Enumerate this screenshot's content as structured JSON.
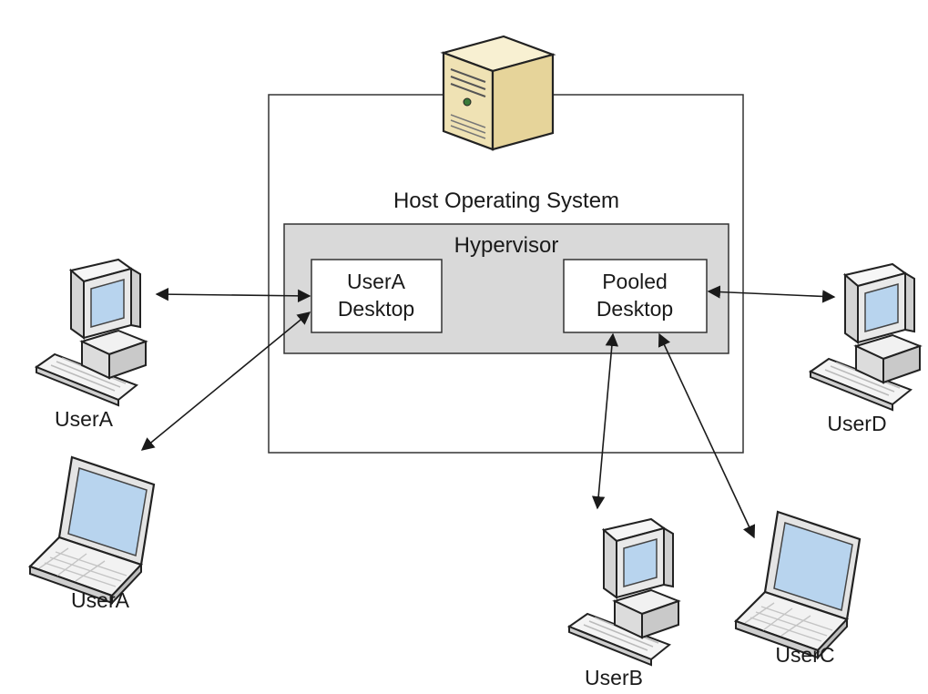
{
  "host": {
    "label": "Host Operating System",
    "hypervisor": {
      "label": "Hypervisor",
      "desktops": [
        {
          "line1": "UserA",
          "line2": "Desktop"
        },
        {
          "line1": "Pooled",
          "line2": "Desktop"
        }
      ]
    }
  },
  "devices": [
    {
      "type": "desktop-pc",
      "label": "UserA"
    },
    {
      "type": "laptop",
      "label": "UserA"
    },
    {
      "type": "desktop-pc",
      "label": "UserB"
    },
    {
      "type": "laptop",
      "label": "UserC"
    },
    {
      "type": "desktop-pc",
      "label": "UserD"
    }
  ],
  "connections": [
    {
      "from": "UserA (desktop-pc)",
      "to": "UserA Desktop"
    },
    {
      "from": "UserA (laptop)",
      "to": "UserA Desktop"
    },
    {
      "from": "UserB",
      "to": "Pooled Desktop"
    },
    {
      "from": "UserC",
      "to": "Pooled Desktop"
    },
    {
      "from": "UserD",
      "to": "Pooled Desktop"
    }
  ],
  "colors": {
    "hypervisor_fill": "#d9d9d9",
    "server_body": "#f2e6bd",
    "pc_body": "#e9e9e9",
    "screen": "#b8d4ee",
    "line": "#1a1a1a"
  }
}
